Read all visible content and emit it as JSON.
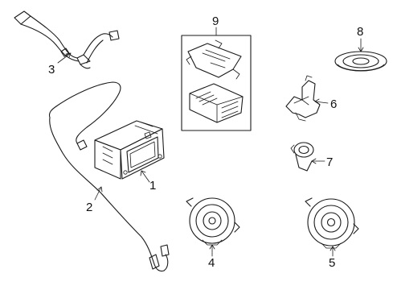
{
  "callouts": [
    {
      "key": "head_unit",
      "label": "1"
    },
    {
      "key": "antenna_cable",
      "label": "2"
    },
    {
      "key": "harness",
      "label": "3"
    },
    {
      "key": "front_speaker_left",
      "label": "4"
    },
    {
      "key": "front_speaker_right",
      "label": "5"
    },
    {
      "key": "bracket",
      "label": "6"
    },
    {
      "key": "tweeter",
      "label": "7"
    },
    {
      "key": "rear_speaker",
      "label": "8"
    },
    {
      "key": "control_module_box",
      "label": "9"
    }
  ]
}
